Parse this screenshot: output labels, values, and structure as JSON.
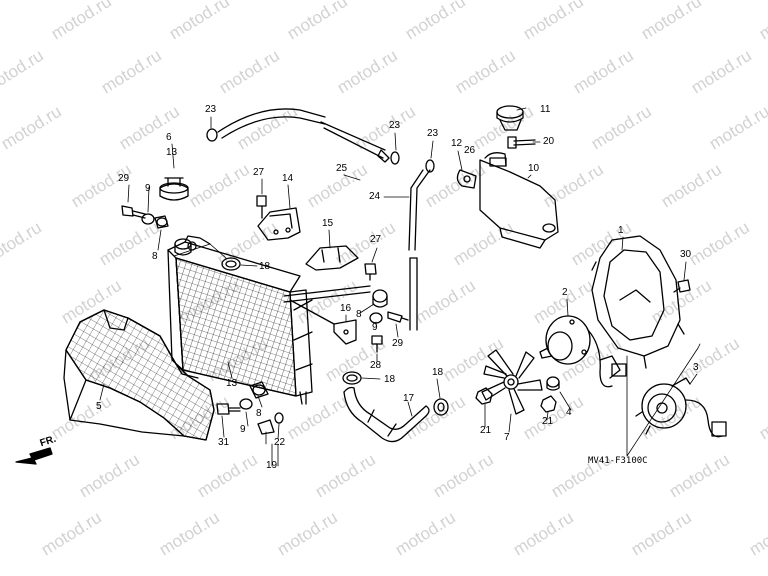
{
  "watermark": {
    "text": "motod.ru"
  },
  "diagram": {
    "code": "MV41-F3100C",
    "direction": "FR."
  },
  "callouts": [
    "23",
    "11",
    "6",
    "13",
    "23",
    "23",
    "12",
    "26",
    "20",
    "29",
    "9",
    "27",
    "14",
    "25",
    "10",
    "24",
    "8",
    "15",
    "18",
    "27",
    "1",
    "30",
    "13",
    "2",
    "16",
    "8",
    "9",
    "29",
    "28",
    "18",
    "18",
    "17",
    "5",
    "3",
    "8",
    "9",
    "31",
    "22",
    "19",
    "21",
    "7",
    "21",
    "4"
  ],
  "colors": {
    "line": "#000000",
    "watermark": "#d2d2d2",
    "background": "#ffffff"
  }
}
